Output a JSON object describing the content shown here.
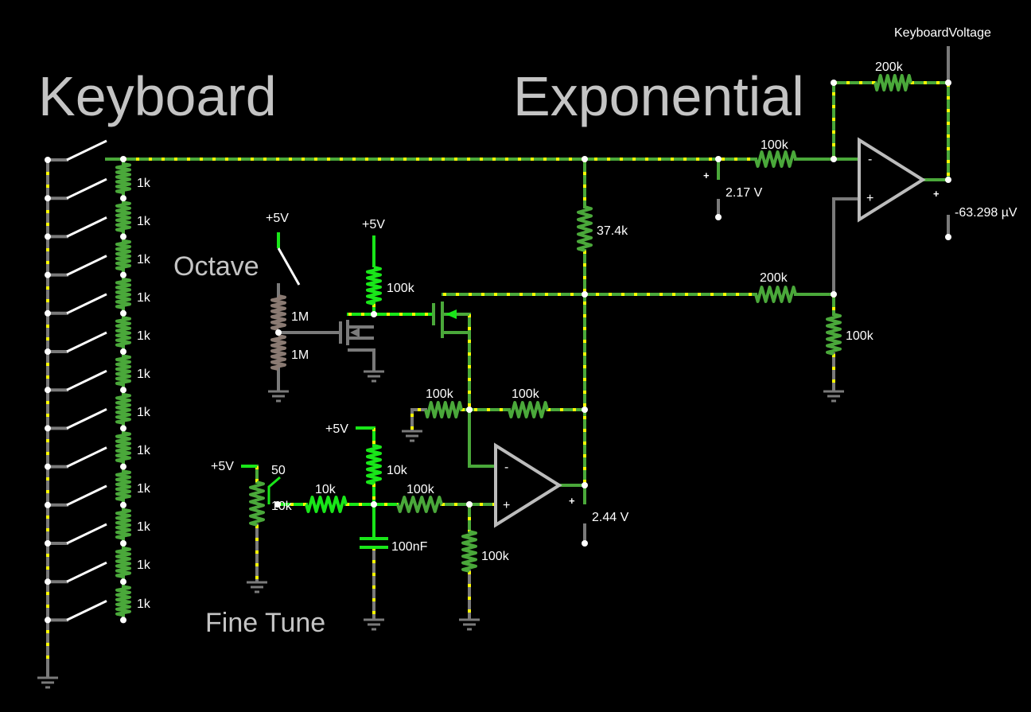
{
  "sections": {
    "keyboard": "Keyboard",
    "exponential": "Exponential",
    "octave": "Octave",
    "fine_tune": "Fine Tune"
  },
  "output_label": "KeyboardVoltage",
  "supply": "+5V",
  "meters": {
    "m1": {
      "value": "2.17 V",
      "plus": "+"
    },
    "m2": {
      "value": "2.44 V",
      "plus": "+"
    },
    "m3": {
      "value": "-63.298 µV",
      "plus": "+"
    }
  },
  "opamp_pins": {
    "minus": "-",
    "plus": "+"
  },
  "ladder_labels": [
    "1k",
    "1k",
    "1k",
    "1k",
    "1k",
    "1k",
    "1k",
    "1k",
    "1k",
    "1k",
    "1k",
    "1k"
  ],
  "values": {
    "r_200k_top": "200k",
    "r_100k_in": "100k",
    "r_37k": "37.4k",
    "r_200k_mid": "200k",
    "r_100k_gnd": "100k",
    "r_100k_pull": "100k",
    "pot_1m_a": "1M",
    "pot_1m_b": "1M",
    "r_100k_fb_left": "100k",
    "r_100k_fb_right": "100k",
    "r_10k_pull": "10k",
    "r_10k_series": "10k",
    "r_100k_series": "100k",
    "r_100k_low": "100k",
    "pot_50": "50",
    "pot_10k": "10k",
    "cap_100nf": "100nF"
  },
  "colors": {
    "wire_low": "#7a7a7a",
    "wire_mid": "#4aa83a",
    "wire_hi": "#19e619",
    "current_dot": "#ffff00",
    "node": "#ffffff",
    "opamp": "#bcbcbc",
    "ground": "#7a7a7a"
  }
}
